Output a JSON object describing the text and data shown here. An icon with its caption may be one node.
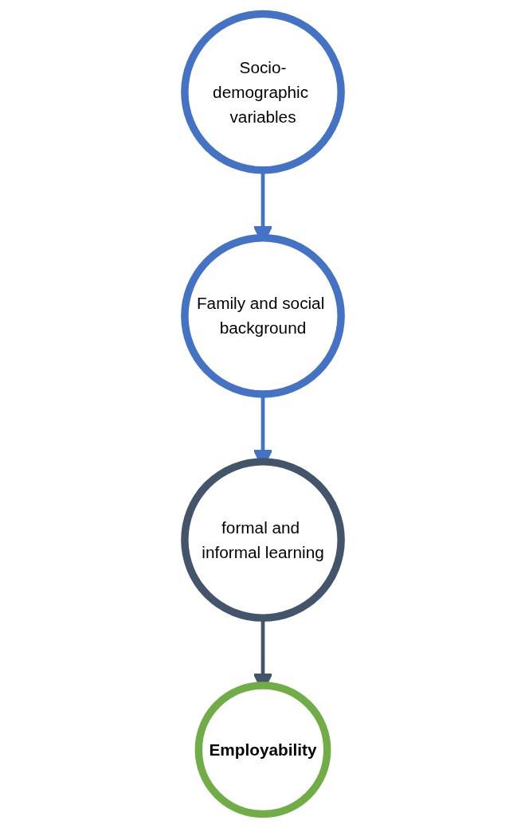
{
  "diagram": {
    "nodes": [
      {
        "text": [
          "Socio-demographic variables"
        ]
      },
      {
        "text": [
          "Family and social background"
        ]
      },
      {
        "text": [
          "formal and informal learning"
        ]
      },
      {
        "text": [
          "Employability"
        ]
      }
    ],
    "edges": [
      {
        "from": 0,
        "to": 1,
        "arrow": "to"
      },
      {
        "from": 1,
        "to": 2,
        "arrow": "to"
      },
      {
        "from": 2,
        "to": 3,
        "arrow": "to",
        "color": "#44546a"
      }
    ]
  }
}
